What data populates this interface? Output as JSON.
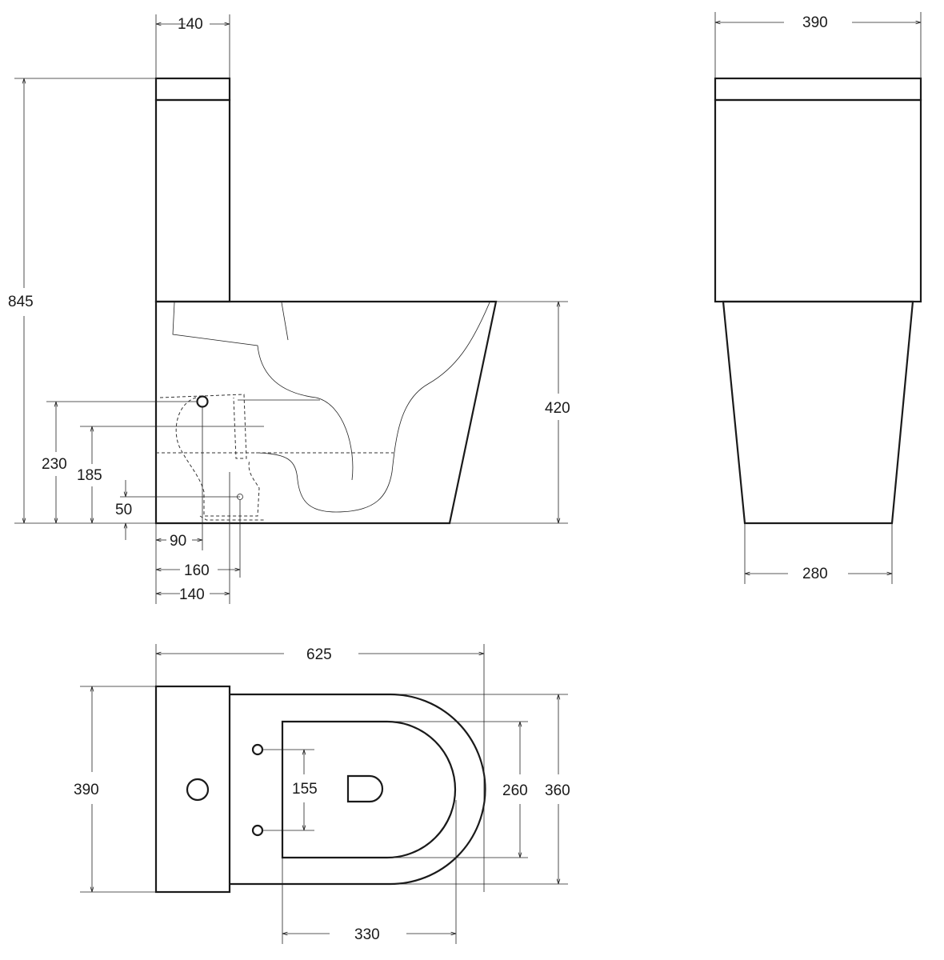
{
  "side_view": {
    "tank_width": "140",
    "total_height": "845",
    "bowl_height": "420",
    "inlet_height_230": "230",
    "inlet_height_185": "185",
    "outlet_height": "50",
    "offset_90": "90",
    "offset_160": "160",
    "offset_140": "140"
  },
  "front_view": {
    "tank_width": "390",
    "base_width": "280"
  },
  "top_view": {
    "total_length": "625",
    "tank_width": "390",
    "bowl_width": "360",
    "seat_width": "260",
    "hole_spacing": "155",
    "seat_length": "330"
  }
}
